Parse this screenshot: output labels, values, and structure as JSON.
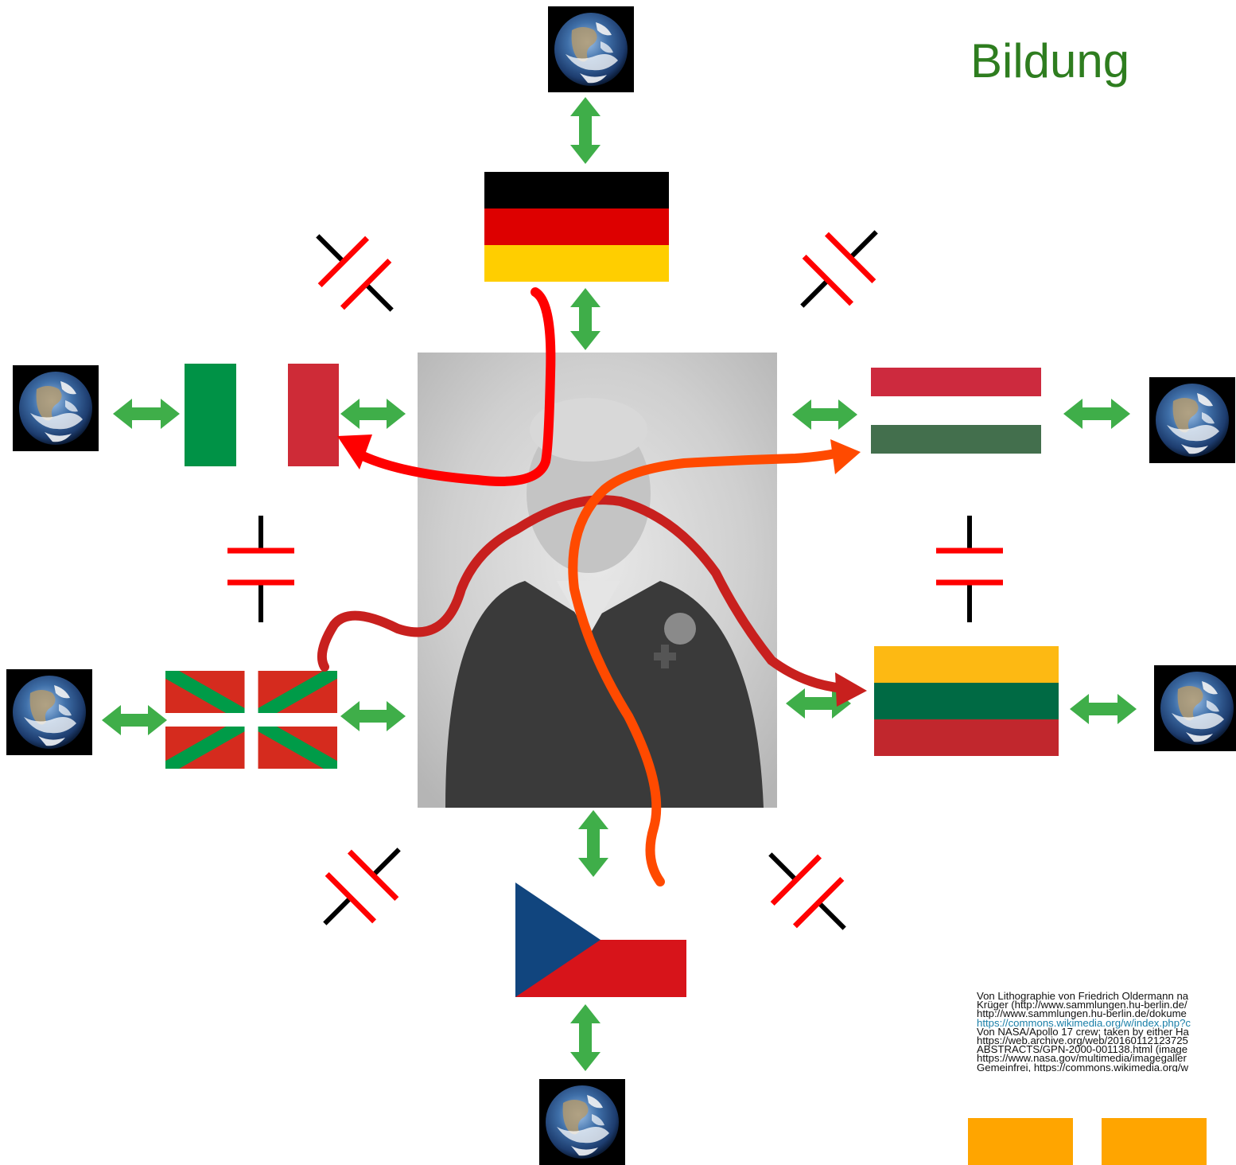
{
  "title": "Bildung",
  "credits": [
    "Von Lithographie von Friedrich Oldermann na",
    "Krüger (http://www.sammlungen.hu-berlin.de/",
    "http://www.sammlungen.hu-berlin.de/dokume",
    "https://commons.wikimedia.org/w/index.php?c",
    "Von NASA/Apollo 17 crew; taken by either Ha",
    "https://web.archive.org/web/20160112123725",
    "ABSTRACTS/GPN-2000-001138.html (image",
    "https://www.nasa.gov/multimedia/imagegaller",
    "Gemeinfrei, https://commons.wikimedia.org/w"
  ],
  "colors": {
    "title": "#2e7d1f",
    "green_arrow": "#3fae49",
    "red_arrow": "#ff0000",
    "darkred_arrow": "#c8201e",
    "orange_arrow": "#ff4a00",
    "orange_button": "#ffa500"
  },
  "icons": [
    "earth-icon",
    "portrait-image",
    "flag-germany",
    "flag-italy",
    "flag-hungary",
    "flag-basque",
    "flag-lithuania",
    "flag-czech",
    "broken-link-icon",
    "double-arrow-icon"
  ]
}
